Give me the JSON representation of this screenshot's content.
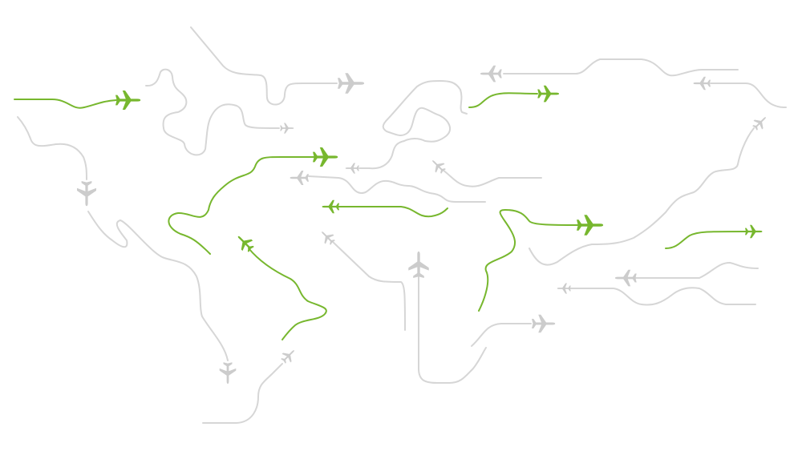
{
  "colors": {
    "background": "#ffffff",
    "active_route": "#77b72e",
    "inactive_route": "#d6d6d6",
    "active_plane": "#77b72e",
    "inactive_plane": "#cccccc"
  },
  "icons": {
    "plane": "airplane-icon"
  },
  "routes": [
    {
      "status": "active"
    },
    {
      "status": "inactive"
    },
    {
      "status": "inactive"
    },
    {
      "status": "inactive"
    },
    {
      "status": "inactive"
    },
    {
      "status": "active"
    },
    {
      "status": "inactive"
    },
    {
      "status": "inactive"
    },
    {
      "status": "active"
    },
    {
      "status": "inactive"
    },
    {
      "status": "active"
    },
    {
      "status": "inactive"
    },
    {
      "status": "active"
    },
    {
      "status": "inactive"
    },
    {
      "status": "inactive"
    },
    {
      "status": "active"
    },
    {
      "status": "inactive"
    },
    {
      "status": "active"
    },
    {
      "status": "active"
    },
    {
      "status": "inactive"
    },
    {
      "status": "inactive"
    },
    {
      "status": "inactive"
    },
    {
      "status": "inactive"
    },
    {
      "status": "inactive"
    },
    {
      "status": "inactive"
    },
    {
      "status": "inactive"
    },
    {
      "status": "inactive"
    },
    {
      "status": "inactive"
    }
  ]
}
